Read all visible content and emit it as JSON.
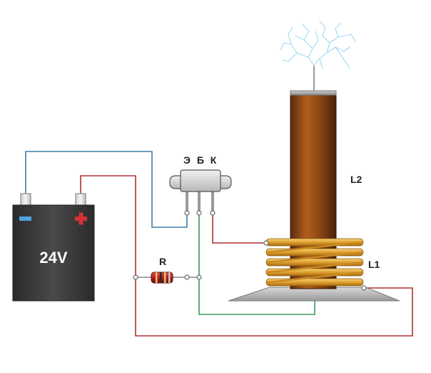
{
  "battery": {
    "voltage_label": "24V",
    "minus_symbol": "−",
    "plus_symbol": "+"
  },
  "transistor": {
    "pin_labels": [
      "Э",
      "Б",
      "К"
    ]
  },
  "resistor": {
    "label": "R"
  },
  "coils": {
    "secondary_label": "L2",
    "primary_label": "L1"
  },
  "colors": {
    "wire_blue": "#3d7fa6",
    "wire_red": "#b03030",
    "wire_green": "#3a9a5c",
    "battery_body": "#3a3a3a",
    "coil_brown": "#8b4513",
    "copper_wire": "#e0a030",
    "spark": "#9fd9f2"
  }
}
